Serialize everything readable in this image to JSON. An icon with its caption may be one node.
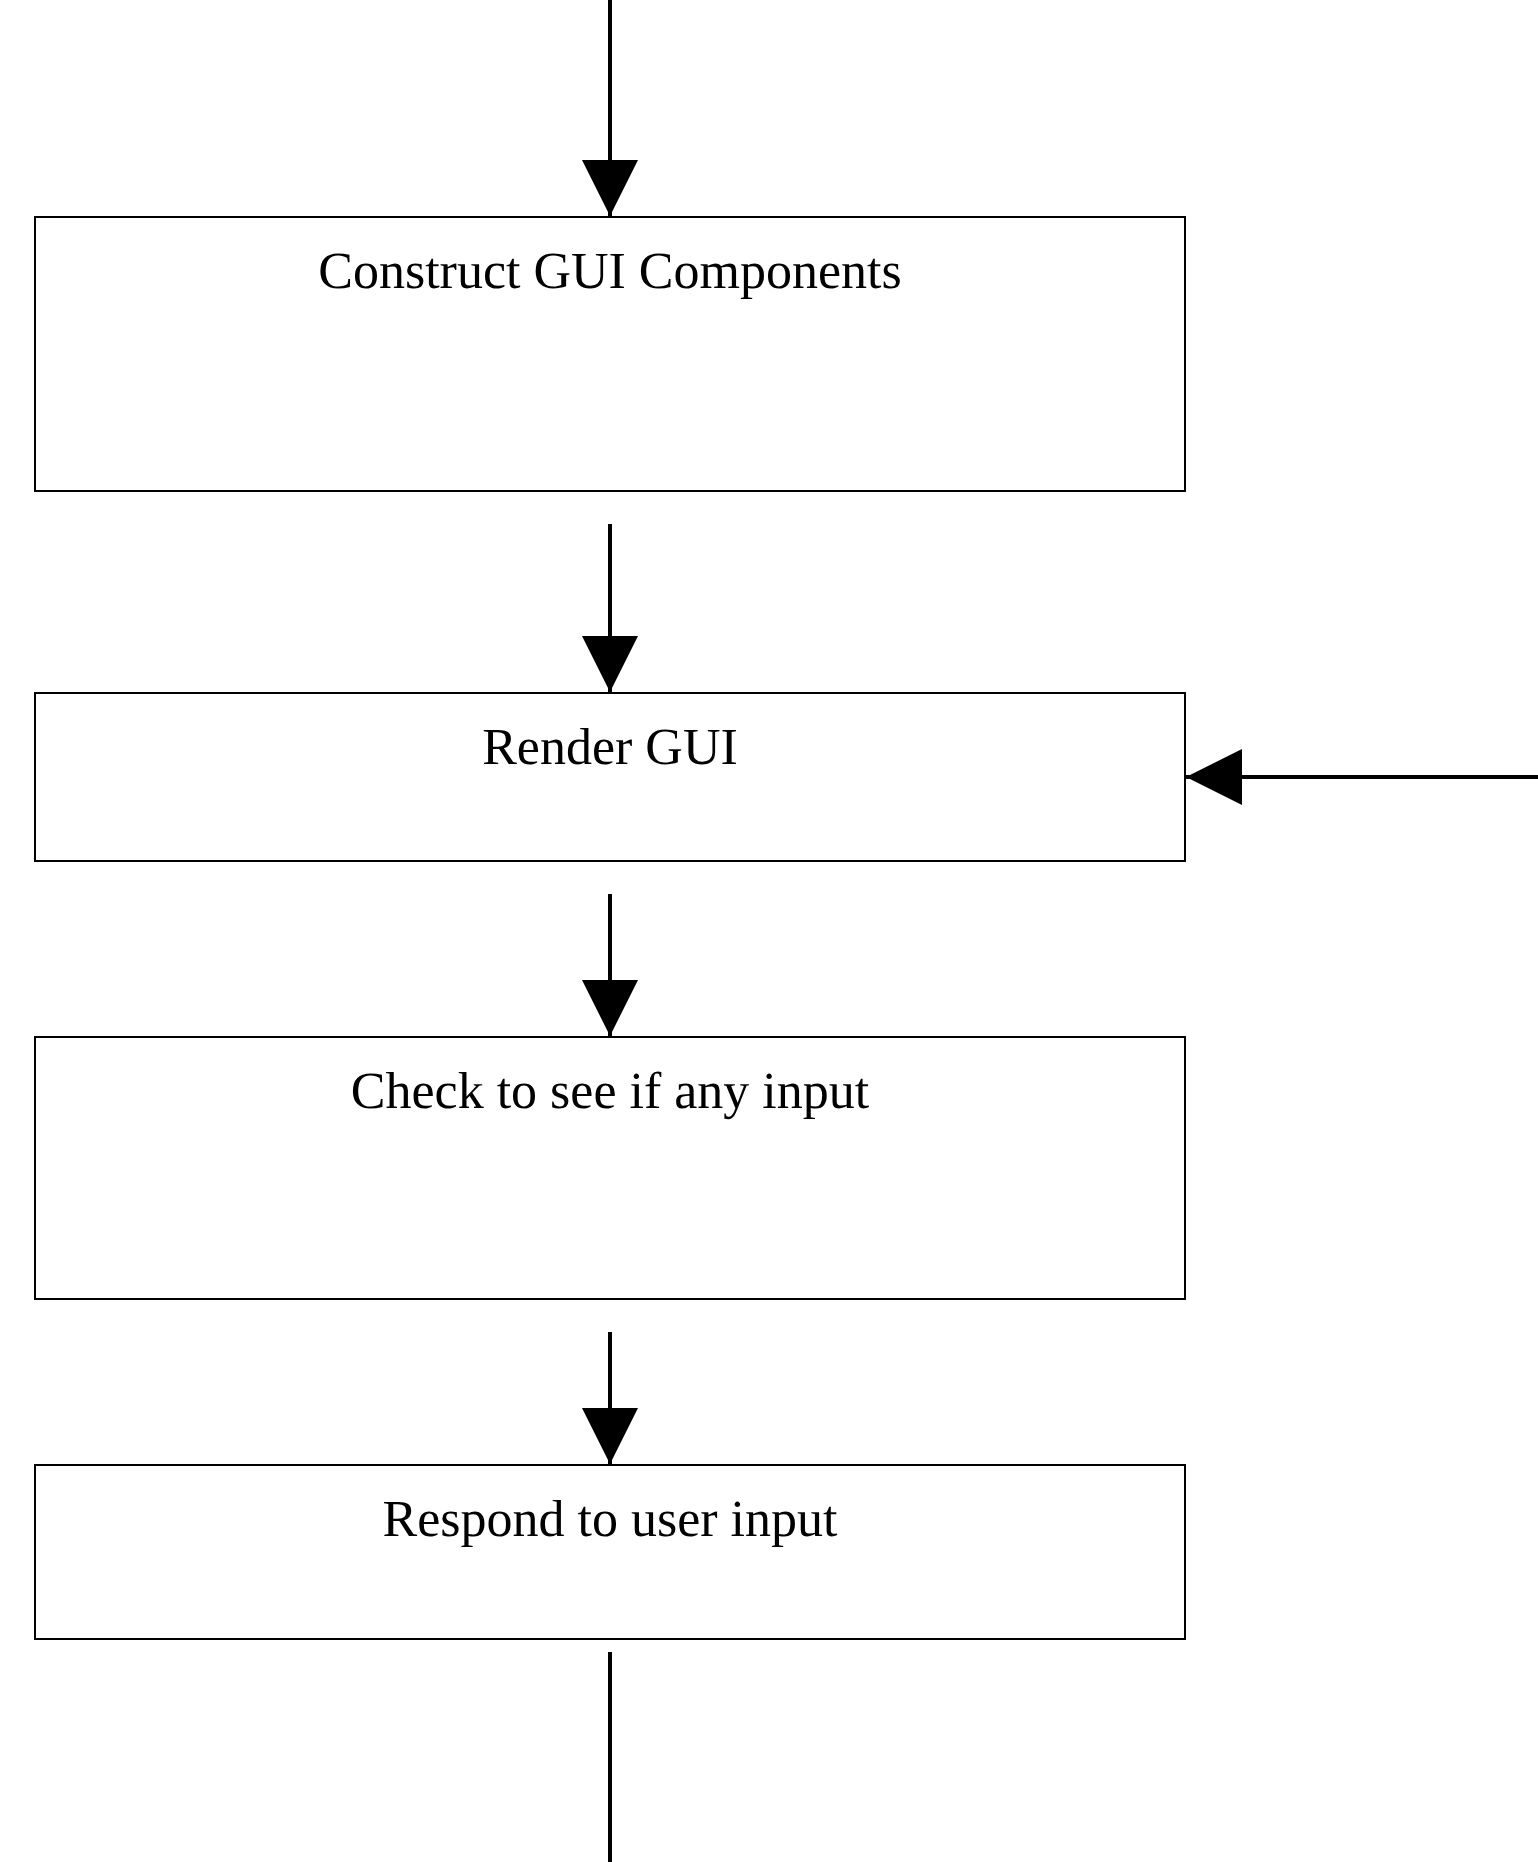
{
  "diagram": {
    "nodes": [
      {
        "text": [
          "Construct GUI Components"
        ]
      },
      {
        "text": [
          "Render GUI"
        ]
      },
      {
        "text": [
          "Check to see if any input"
        ]
      },
      {
        "text": [
          "Respond to user input"
        ]
      }
    ],
    "edges": [
      {
        "from": null,
        "to": 0,
        "arrow": "to"
      },
      {
        "from": 0,
        "to": 1,
        "arrow": "to"
      },
      {
        "from": null,
        "to": 1,
        "arrow": "to"
      },
      {
        "from": 1,
        "to": 2,
        "arrow": "to"
      },
      {
        "from": 2,
        "to": 3,
        "arrow": "to"
      },
      {
        "from": 3,
        "to": null,
        "arrow": "none"
      }
    ]
  }
}
